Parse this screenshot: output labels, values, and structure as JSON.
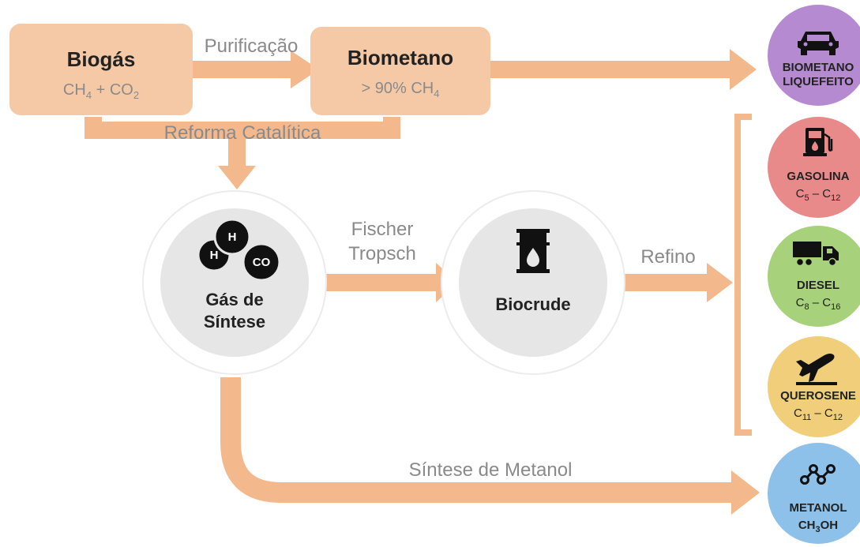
{
  "colors": {
    "arrow": "#f3b98c",
    "box": "#f6c9a6",
    "circle_inner": "#e6e6e6",
    "circle_outer": "#ffffff",
    "biometano_liquefeito": "#b58ad1",
    "gasolina": "#e98a8a",
    "diesel": "#a7d17a",
    "querosene": "#f1cf7a",
    "metanol": "#8ec1e9"
  },
  "nodes": {
    "biogas": {
      "title": "Biogás",
      "formula_base": "CH",
      "formula_sub1": "4",
      "formula_mid": " + CO",
      "formula_sub2": "2"
    },
    "biometano": {
      "title": "Biometano",
      "formula_base": "> 90% CH",
      "formula_sub": "4"
    },
    "gas_sintese": {
      "line1": "Gás de",
      "line2": "Síntese",
      "molecule_h1": "H",
      "molecule_h2": "H",
      "molecule_co": "CO"
    },
    "biocrude": {
      "label": "Biocrude"
    }
  },
  "edges": {
    "purificacao": "Purificação",
    "reforma": "Reforma Catalítica",
    "fischer_line1": "Fischer",
    "fischer_line2": "Tropsch",
    "refino": "Refino",
    "sintese_metanol": "Síntese de Metanol"
  },
  "products": {
    "biometano_liquefeito": {
      "line1": "BIOMETANO",
      "line2": "LIQUEFEITO",
      "icon": "car-icon"
    },
    "gasolina": {
      "line1": "GASOLINA",
      "f_c1": "C",
      "f_s1": "5",
      "f_dash": " – C",
      "f_s2": "12",
      "icon": "fuel-pump-icon"
    },
    "diesel": {
      "line1": "DIESEL",
      "f_c1": "C",
      "f_s1": "8",
      "f_dash": " – C",
      "f_s2": "16",
      "icon": "truck-icon"
    },
    "querosene": {
      "line1": "QUEROSENE",
      "f_c1": "C",
      "f_s1": "11",
      "f_dash": " – C",
      "f_s2": "12",
      "icon": "airplane-icon"
    },
    "metanol": {
      "line1": "METANOL",
      "f_a": "CH",
      "f_s": "3",
      "f_b": "OH",
      "icon": "molecule-icon"
    }
  }
}
